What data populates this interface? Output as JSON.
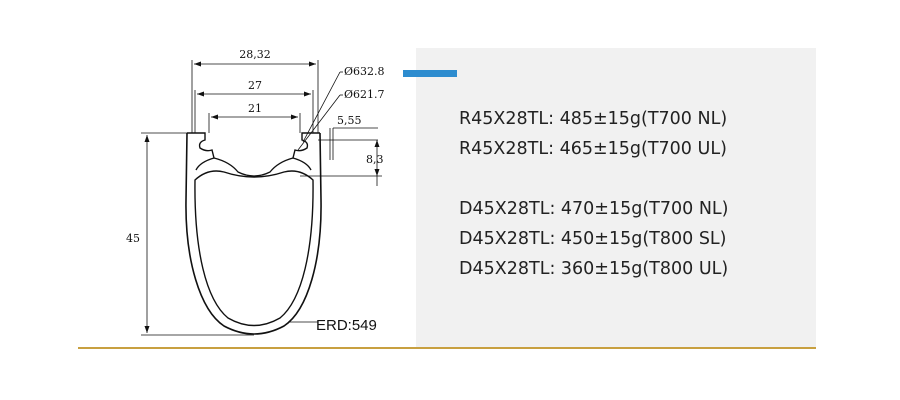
{
  "diagram": {
    "dimensions": {
      "outer_width": "28,32",
      "inner_width": "27",
      "bead_width": "21",
      "outer_diameter": "Ø632.8",
      "bead_diameter": "Ø621.7",
      "hook_offset": "5,55",
      "bed_depth": "8,3",
      "rim_depth": "45"
    },
    "erd": "ERD:549"
  },
  "specs": {
    "r_series": [
      "R45X28TL: 485±15g(T700 NL)",
      "R45X28TL: 465±15g(T700 UL)"
    ],
    "d_series": [
      "D45X28TL: 470±15g(T700 NL)",
      "D45X28TL: 450±15g(T800 SL)",
      "D45X28TL: 360±15g(T800 UL)"
    ]
  },
  "colors": {
    "accent": "#2d8ccf",
    "rule": "#c8a040",
    "panel": "#f1f1f1"
  }
}
